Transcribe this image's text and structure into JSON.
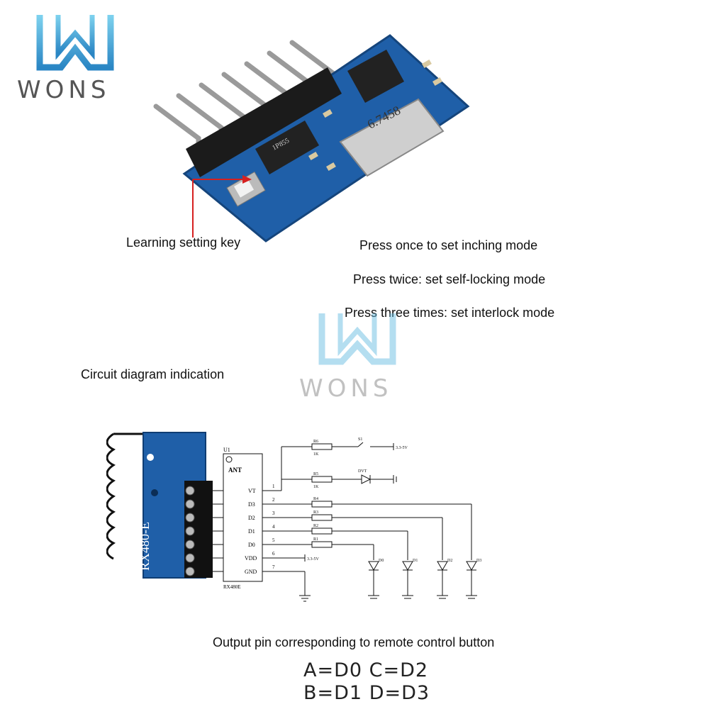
{
  "watermark": {
    "text": "WONS"
  },
  "module_photo": {
    "crystal_label": "6.7458",
    "chip_label": "1P855"
  },
  "annotations": {
    "learning_key": "Learning setting key",
    "press_once": "Press once to set inching mode",
    "press_twice": "Press twice: set self-locking mode",
    "press_three": "Press three times: set interlock mode",
    "circuit_title": "Circuit diagram indication",
    "output_title": "Output pin corresponding to remote control button"
  },
  "schematic": {
    "module_label": "RX480-E",
    "ic_ref": "U1",
    "ic_name": "RX480E",
    "ant": "ANT",
    "pins": [
      {
        "name": "VT",
        "num": "1"
      },
      {
        "name": "D3",
        "num": "2"
      },
      {
        "name": "D2",
        "num": "3"
      },
      {
        "name": "D1",
        "num": "4"
      },
      {
        "name": "D0",
        "num": "5"
      },
      {
        "name": "VDD",
        "num": "6"
      },
      {
        "name": "GND",
        "num": "7"
      }
    ],
    "resistors": [
      {
        "ref": "R6",
        "val": "1K"
      },
      {
        "ref": "R5",
        "val": "1K"
      },
      {
        "ref": "R4",
        "val": ""
      },
      {
        "ref": "R3",
        "val": ""
      },
      {
        "ref": "R2",
        "val": ""
      },
      {
        "ref": "R1",
        "val": ""
      }
    ],
    "switch": "S1",
    "supply": "3.3-5V",
    "vdd_supply": "3.3-5V",
    "indicator_led": "DVT",
    "leds": [
      "D0",
      "D1",
      "D2",
      "D3"
    ]
  },
  "mapping": {
    "line1": "A=D0  C=D2",
    "line2": "B=D1  D=D3"
  },
  "colors": {
    "pcb": "#1f5fa8",
    "logo_top": "#5bc2e8",
    "logo_bottom": "#2f8fc9",
    "arrow": "#d62020"
  }
}
